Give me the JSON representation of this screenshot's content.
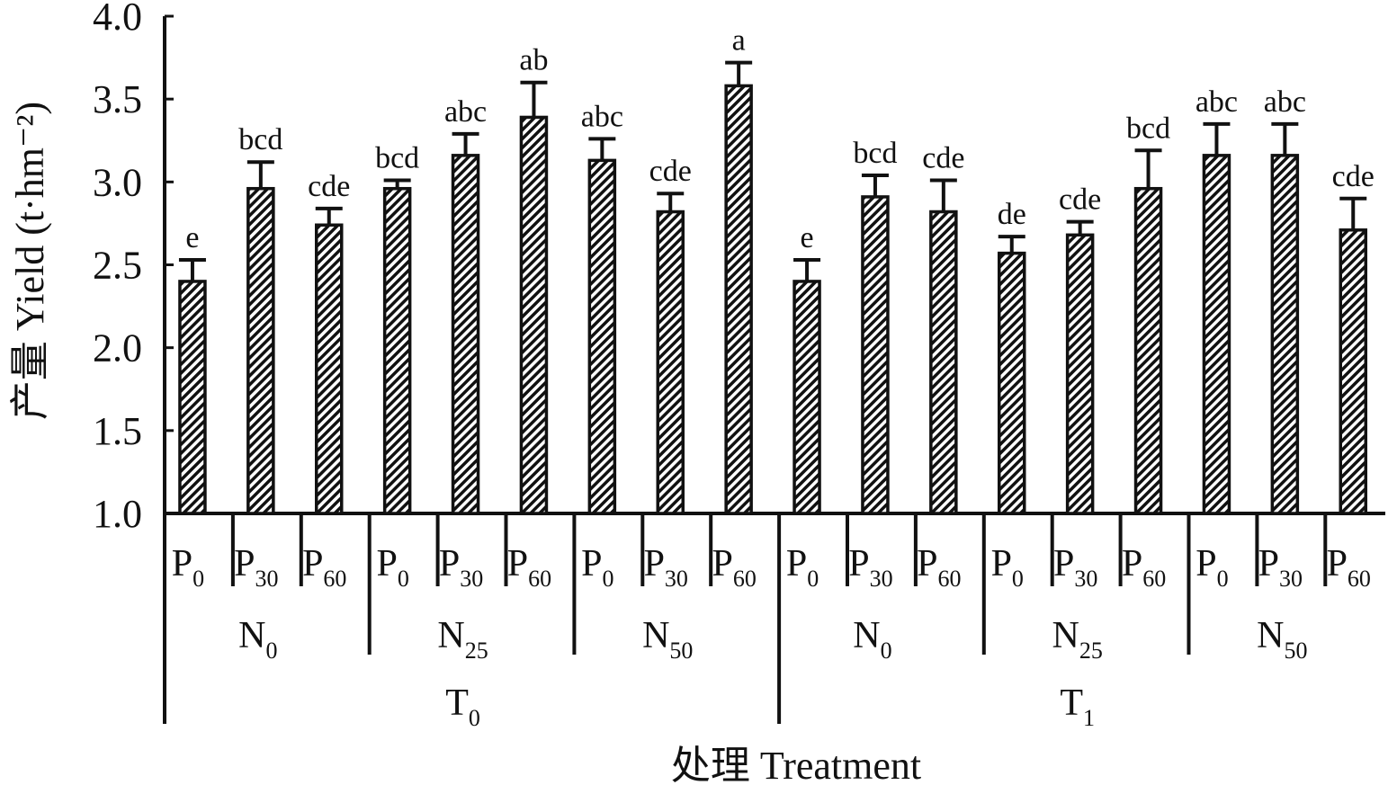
{
  "chart_data": {
    "type": "bar",
    "title": "",
    "xlabel": "处理 Treatment",
    "ylabel": "产量 Yield (t·hm⁻²)",
    "ylim": [
      1.0,
      4.0
    ],
    "yticks": [
      "1.0",
      "1.5",
      "2.0",
      "2.5",
      "3.0",
      "3.5",
      "4.0"
    ],
    "grid": false,
    "categories": [
      {
        "main": "P",
        "sub": "0"
      },
      {
        "main": "P",
        "sub": "30"
      },
      {
        "main": "P",
        "sub": "60"
      },
      {
        "main": "P",
        "sub": "0"
      },
      {
        "main": "P",
        "sub": "30"
      },
      {
        "main": "P",
        "sub": "60"
      },
      {
        "main": "P",
        "sub": "0"
      },
      {
        "main": "P",
        "sub": "30"
      },
      {
        "main": "P",
        "sub": "60"
      },
      {
        "main": "P",
        "sub": "0"
      },
      {
        "main": "P",
        "sub": "30"
      },
      {
        "main": "P",
        "sub": "60"
      },
      {
        "main": "P",
        "sub": "0"
      },
      {
        "main": "P",
        "sub": "30"
      },
      {
        "main": "P",
        "sub": "60"
      },
      {
        "main": "P",
        "sub": "0"
      },
      {
        "main": "P",
        "sub": "30"
      },
      {
        "main": "P",
        "sub": "60"
      }
    ],
    "n_groups": [
      {
        "main": "N",
        "sub": "0"
      },
      {
        "main": "N",
        "sub": "25"
      },
      {
        "main": "N",
        "sub": "50"
      },
      {
        "main": "N",
        "sub": "0"
      },
      {
        "main": "N",
        "sub": "25"
      },
      {
        "main": "N",
        "sub": "50"
      }
    ],
    "t_groups": [
      {
        "main": "T",
        "sub": "0"
      },
      {
        "main": "T",
        "sub": "1"
      }
    ],
    "values": [
      2.4,
      2.96,
      2.74,
      2.96,
      3.16,
      3.39,
      3.13,
      2.82,
      3.58,
      2.4,
      2.91,
      2.82,
      2.57,
      2.68,
      2.96,
      3.16,
      3.16,
      2.71
    ],
    "error_upper": [
      2.53,
      3.12,
      2.84,
      3.01,
      3.29,
      3.6,
      3.26,
      2.93,
      3.72,
      2.53,
      3.04,
      3.01,
      2.67,
      2.76,
      3.19,
      3.35,
      3.35,
      2.9
    ],
    "significance": [
      "e",
      "bcd",
      "cde",
      "bcd",
      "abc",
      "ab",
      "abc",
      "cde",
      "a",
      "e",
      "bcd",
      "cde",
      "de",
      "cde",
      "bcd",
      "abc",
      "abc",
      "cde"
    ]
  }
}
